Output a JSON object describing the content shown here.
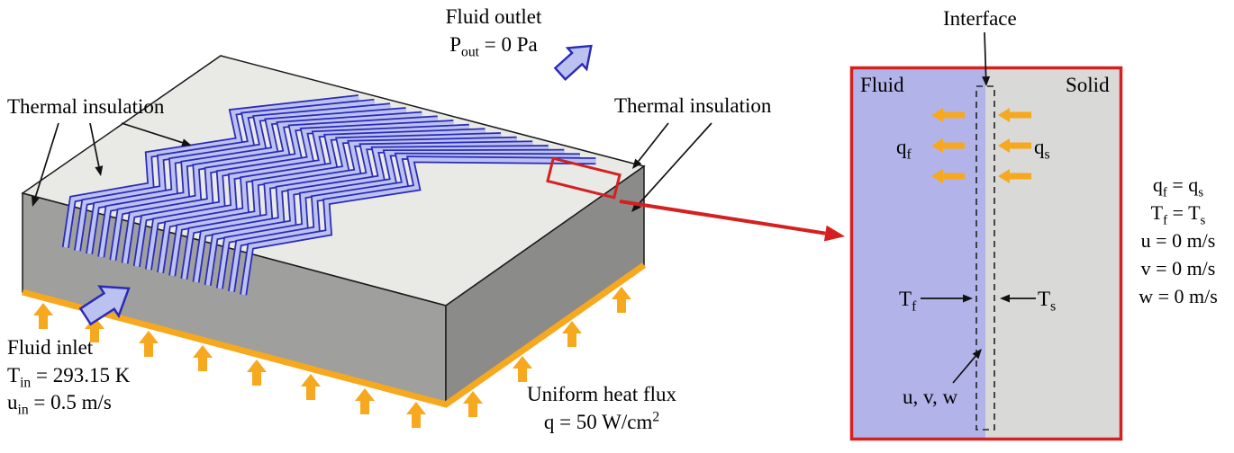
{
  "left": {
    "thermal_insulation_left": "Thermal insulation",
    "thermal_insulation_right": "Thermal insulation",
    "fluid_outlet": {
      "title": "Fluid outlet",
      "var": "P",
      "sub": "out",
      "rest": " = 0 Pa"
    },
    "fluid_inlet": {
      "title": "Fluid inlet",
      "t_var": "T",
      "t_sub": "in",
      "t_rest": " = 293.15 K",
      "u_var": "u",
      "u_sub": "in",
      "u_rest": " = 0.5 m/s"
    },
    "heat_flux": {
      "title": "Uniform heat flux",
      "value": "q = 50 W/cm",
      "exp": "2"
    }
  },
  "detail": {
    "interface_label": "Interface",
    "fluid_label": "Fluid",
    "solid_label": "Solid",
    "qf": {
      "var": "q",
      "sub": "f"
    },
    "qs": {
      "var": "q",
      "sub": "s"
    },
    "tf": {
      "var": "T",
      "sub": "f"
    },
    "ts": {
      "var": "T",
      "sub": "s"
    },
    "uvw": "u, v, w",
    "equations": [
      {
        "lhs": "q",
        "lsub": "f",
        "eq": " = ",
        "rhs": "q",
        "rsub": "s"
      },
      {
        "lhs": "T",
        "lsub": "f",
        "eq": " = ",
        "rhs": "T",
        "rsub": "s"
      },
      {
        "lhs": "u",
        "lsub": "",
        "eq": " = ",
        "rhs": "0 m/s",
        "rsub": ""
      },
      {
        "lhs": "v",
        "lsub": "",
        "eq": " = ",
        "rhs": "0 m/s",
        "rsub": ""
      },
      {
        "lhs": "w",
        "lsub": "",
        "eq": " = ",
        "rhs": "0 m/s",
        "rsub": ""
      }
    ]
  },
  "colors": {
    "orange": "#f6a81f",
    "red": "#d42020",
    "channel_stroke": "#2a2ab8",
    "channel_fill": "#bcc2f0",
    "fluid_bg": "#b2b4e9",
    "solid_bg": "#d9d9d7",
    "block_top": "#e9e9e5",
    "block_front": "#9f9f9d",
    "block_side": "#8b8b89"
  }
}
